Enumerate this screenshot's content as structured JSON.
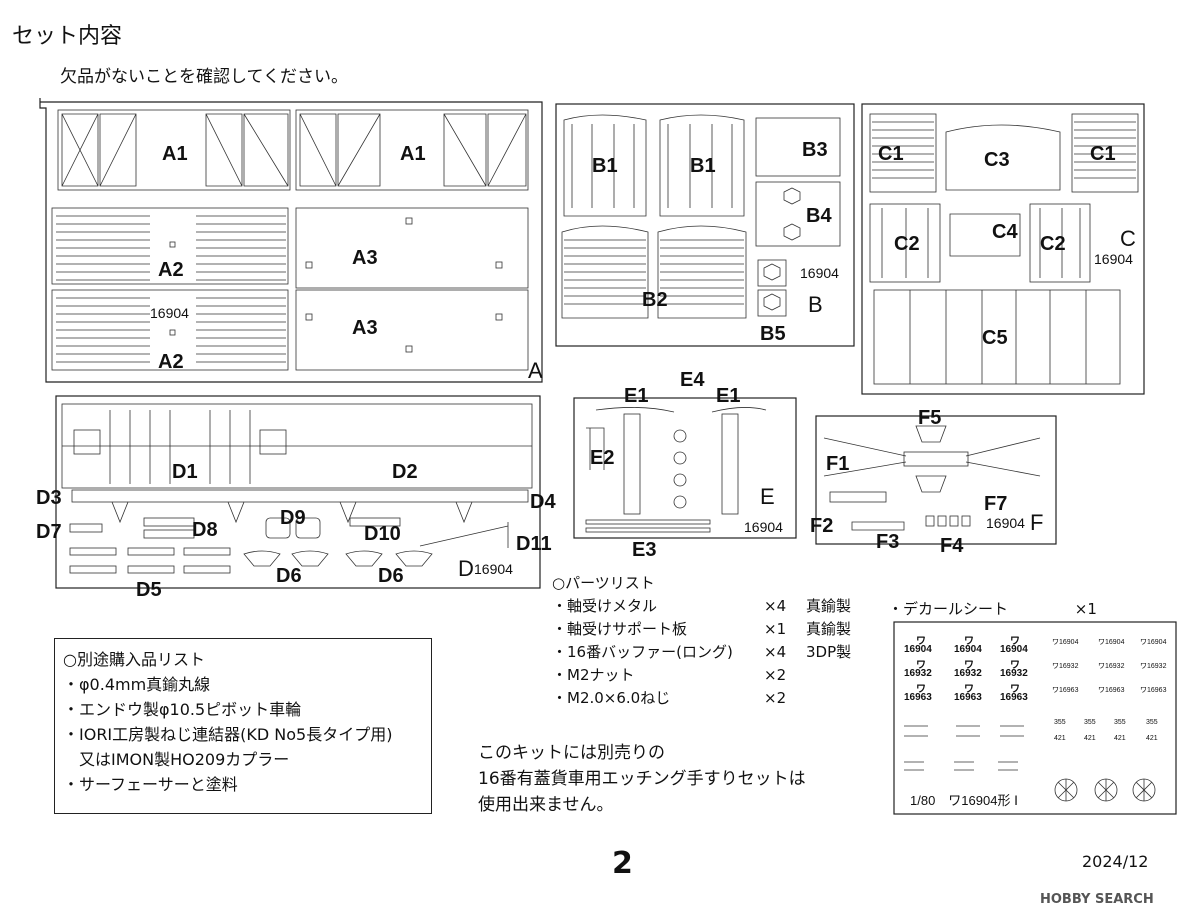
{
  "header": {
    "title": "セット内容",
    "subtitle": "欠品がないことを確認してください。"
  },
  "parts_labels": {
    "A1": "A1",
    "A2": "A2",
    "A3": "A3",
    "A": "A",
    "A_num": "16904",
    "B1": "B1",
    "B2": "B2",
    "B3": "B3",
    "B4": "B4",
    "B5": "B5",
    "B": "B",
    "B_num": "16904",
    "C1": "C1",
    "C2": "C2",
    "C3": "C3",
    "C4": "C4",
    "C5": "C5",
    "C": "C",
    "C_num": "16904",
    "D1": "D1",
    "D2": "D2",
    "D3": "D3",
    "D4": "D4",
    "D5": "D5",
    "D6": "D6",
    "D7": "D7",
    "D8": "D8",
    "D9": "D9",
    "D10": "D10",
    "D11": "D11",
    "D": "D",
    "D_num": "16904",
    "E1": "E1",
    "E2": "E2",
    "E3": "E3",
    "E4": "E4",
    "E": "E",
    "E_num": "16904",
    "F1": "F1",
    "F2": "F2",
    "F3": "F3",
    "F4": "F4",
    "F5": "F5",
    "F7": "F7",
    "F": "F",
    "F_num": "16904"
  },
  "parts_list": {
    "heading": "○パーツリスト",
    "items": [
      {
        "name": "・軸受けメタル",
        "qty": "×4",
        "material": "真鍮製"
      },
      {
        "name": "・軸受けサポート板",
        "qty": "×1",
        "material": "真鍮製"
      },
      {
        "name": "・16番バッファー(ロング)",
        "qty": "×4",
        "material": "3DP製"
      },
      {
        "name": "・M2ナット",
        "qty": "×2",
        "material": ""
      },
      {
        "name": "・M2.0×6.0ねじ",
        "qty": "×2",
        "material": ""
      }
    ]
  },
  "decal": {
    "label": "・デカールシート",
    "qty": "×1",
    "marks": [
      "ワ",
      "16904",
      "16932",
      "16963"
    ],
    "small": [
      "ワ16904",
      "ワ16932",
      "ワ16963"
    ],
    "weights": [
      "355",
      "421"
    ],
    "caption": "1/80　ワ16904形 Ⅰ"
  },
  "separate_purchase": {
    "heading": "○別途購入品リスト",
    "items": [
      "・φ0.4mm真鍮丸線",
      "・エンドウ製φ10.5ピボット車輪",
      "・IORI工房製ねじ連結器(KD No5長タイプ用)",
      "　又はIMON製HO209カプラー",
      "・サーフェーサーと塗料"
    ]
  },
  "note": {
    "line1": "このキットには別売りの",
    "line2": "16番有蓋貨車用エッチング手すりセットは",
    "line3": "使用出来ません。"
  },
  "footer": {
    "page": "2",
    "date": "2024/12",
    "watermark": "HOBBY SEARCH"
  }
}
